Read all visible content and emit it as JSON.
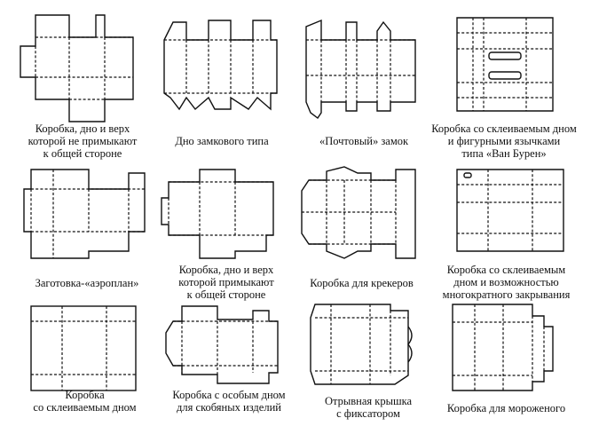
{
  "diagrams": [
    {
      "id": "d1",
      "caption": [
        "Коробка, дно и верх",
        "которой не примыкают",
        "к общей стороне"
      ]
    },
    {
      "id": "d2",
      "caption": [
        "Дно замкового типа"
      ]
    },
    {
      "id": "d3",
      "caption": [
        "«Почтовый» замок"
      ]
    },
    {
      "id": "d4",
      "caption": [
        "Коробка со склеиваемым дном",
        "и фигурными язычками",
        "типа «Ван Бурен»"
      ]
    },
    {
      "id": "d5",
      "caption": [
        "Заготовка-«аэроплан»"
      ]
    },
    {
      "id": "d6",
      "caption": [
        "Коробка, дно и верх",
        "которой примыкают",
        "к общей стороне"
      ]
    },
    {
      "id": "d7",
      "caption": [
        "Коробка для крекеров"
      ]
    },
    {
      "id": "d8",
      "caption": [
        "Коробка со склеиваемым",
        "дном и возможностью",
        "многократного закрывания"
      ]
    },
    {
      "id": "d9",
      "caption": [
        "Коробка",
        "со склеиваемым дном"
      ]
    },
    {
      "id": "d10",
      "caption": [
        "Коробка с особым дном",
        "для скобяных изделий"
      ]
    },
    {
      "id": "d11",
      "caption": [
        "Отрывная крышка",
        "с фиксатором"
      ]
    },
    {
      "id": "d12",
      "caption": [
        "Коробка для мороженого"
      ]
    }
  ]
}
